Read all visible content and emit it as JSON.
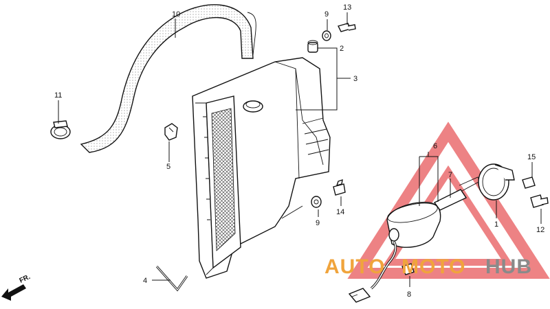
{
  "callouts": {
    "c1": "1",
    "c2": "2",
    "c3": "3",
    "c4": "4",
    "c5": "5",
    "c6": "6",
    "c7": "7",
    "c8": "8",
    "c9a": "9",
    "c9b": "9",
    "c10": "10",
    "c11": "11",
    "c12": "12",
    "c13": "13",
    "c14": "14",
    "c15": "15"
  },
  "direction": {
    "label": "FR."
  },
  "watermark": {
    "part1": "AUTO",
    "part2": "MOTO",
    "part3": "HUB",
    "colors": {
      "red": "#e8595b",
      "orange": "#f0a43c",
      "gray": "#8a8a8a"
    }
  }
}
